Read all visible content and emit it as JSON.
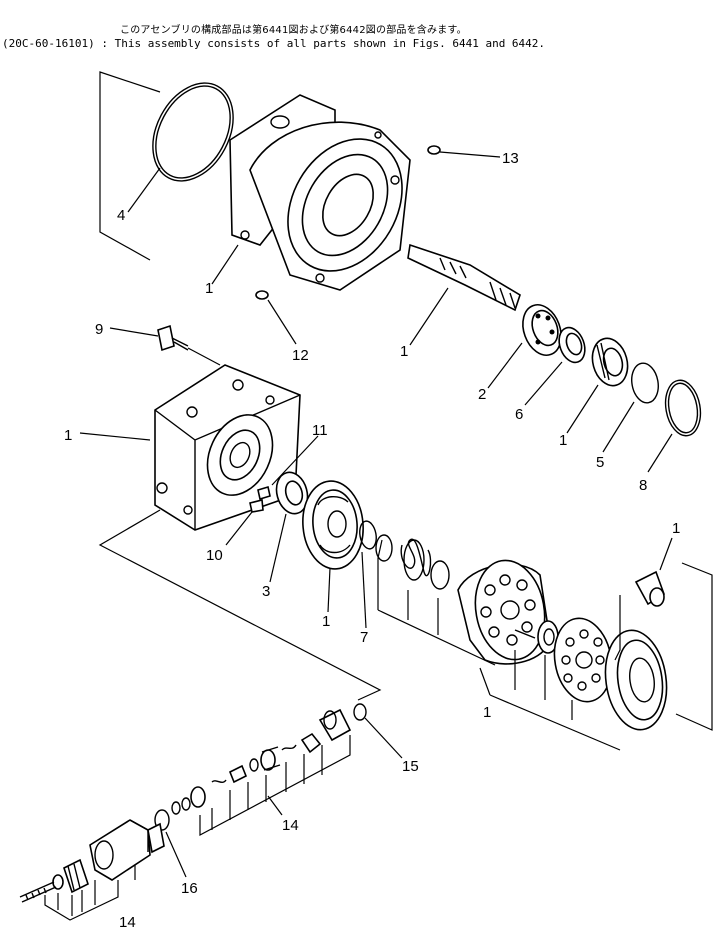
{
  "header": {
    "line_jp": "このアセンブリの構成部品は第6441図および第6442図の部品を含みます。",
    "line_en": "(20C-60-16101) : This assembly consists of all parts shown in Figs. 6441 and 6442."
  },
  "callouts": [
    "4",
    "1",
    "12",
    "13",
    "1",
    "2",
    "6",
    "1",
    "5",
    "8",
    "9",
    "1",
    "11",
    "10",
    "3",
    "1",
    "7",
    "1",
    "1",
    "15",
    "14",
    "16",
    "14"
  ]
}
